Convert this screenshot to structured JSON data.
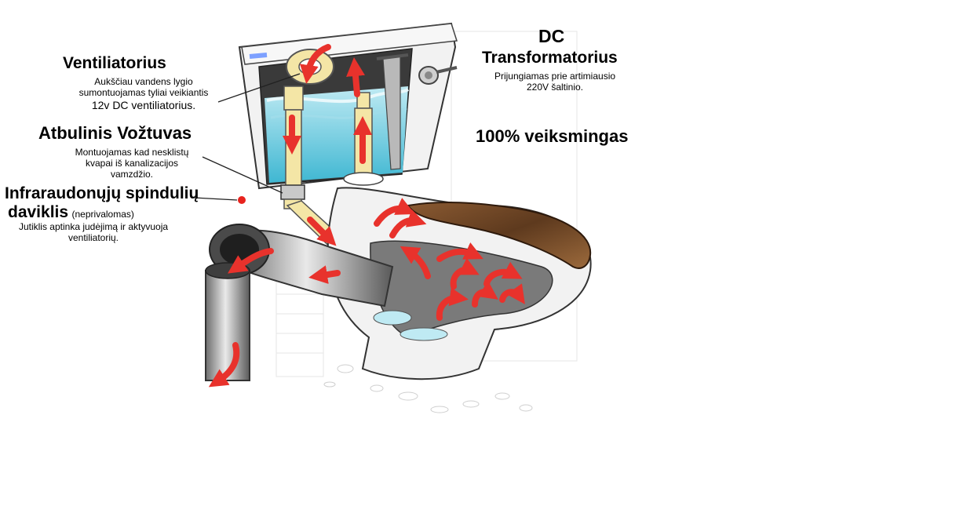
{
  "labels": {
    "ventilator": {
      "title": "Ventiliatorius",
      "desc": [
        "Aukščiau vandens lygio",
        "sumontuojamas tyliai veikiantis",
        "12v DC ventiliatorius."
      ]
    },
    "valve": {
      "title": "Atbulinis Vožtuvas",
      "desc": [
        "Montuojamas kad nesklistų",
        "kvapai iš kanalizacijos",
        "vamzdžio."
      ]
    },
    "sensor": {
      "title_line1": "Infraraudonųjų spindulių",
      "title_line2": "daviklis",
      "optional": "(neprivalomas)",
      "desc": [
        "Jutiklis aptinka judėjimą ir aktyvuoja",
        "ventiliatorių."
      ]
    },
    "transformer": {
      "title_line1": "DC",
      "title_line2": "Transformatorius",
      "desc": [
        "Prijungiamas prie artimiausio",
        "220V šaltinio."
      ]
    },
    "efficiency": "100% veiksmingas"
  },
  "colors": {
    "arrow": "#e8322c",
    "water": "#5fc6dc",
    "pipe": "#f4e6a6",
    "ceramic": "#f2f2f2",
    "seat": "#7a4a2a",
    "sensor_dot": "#e8231e"
  }
}
